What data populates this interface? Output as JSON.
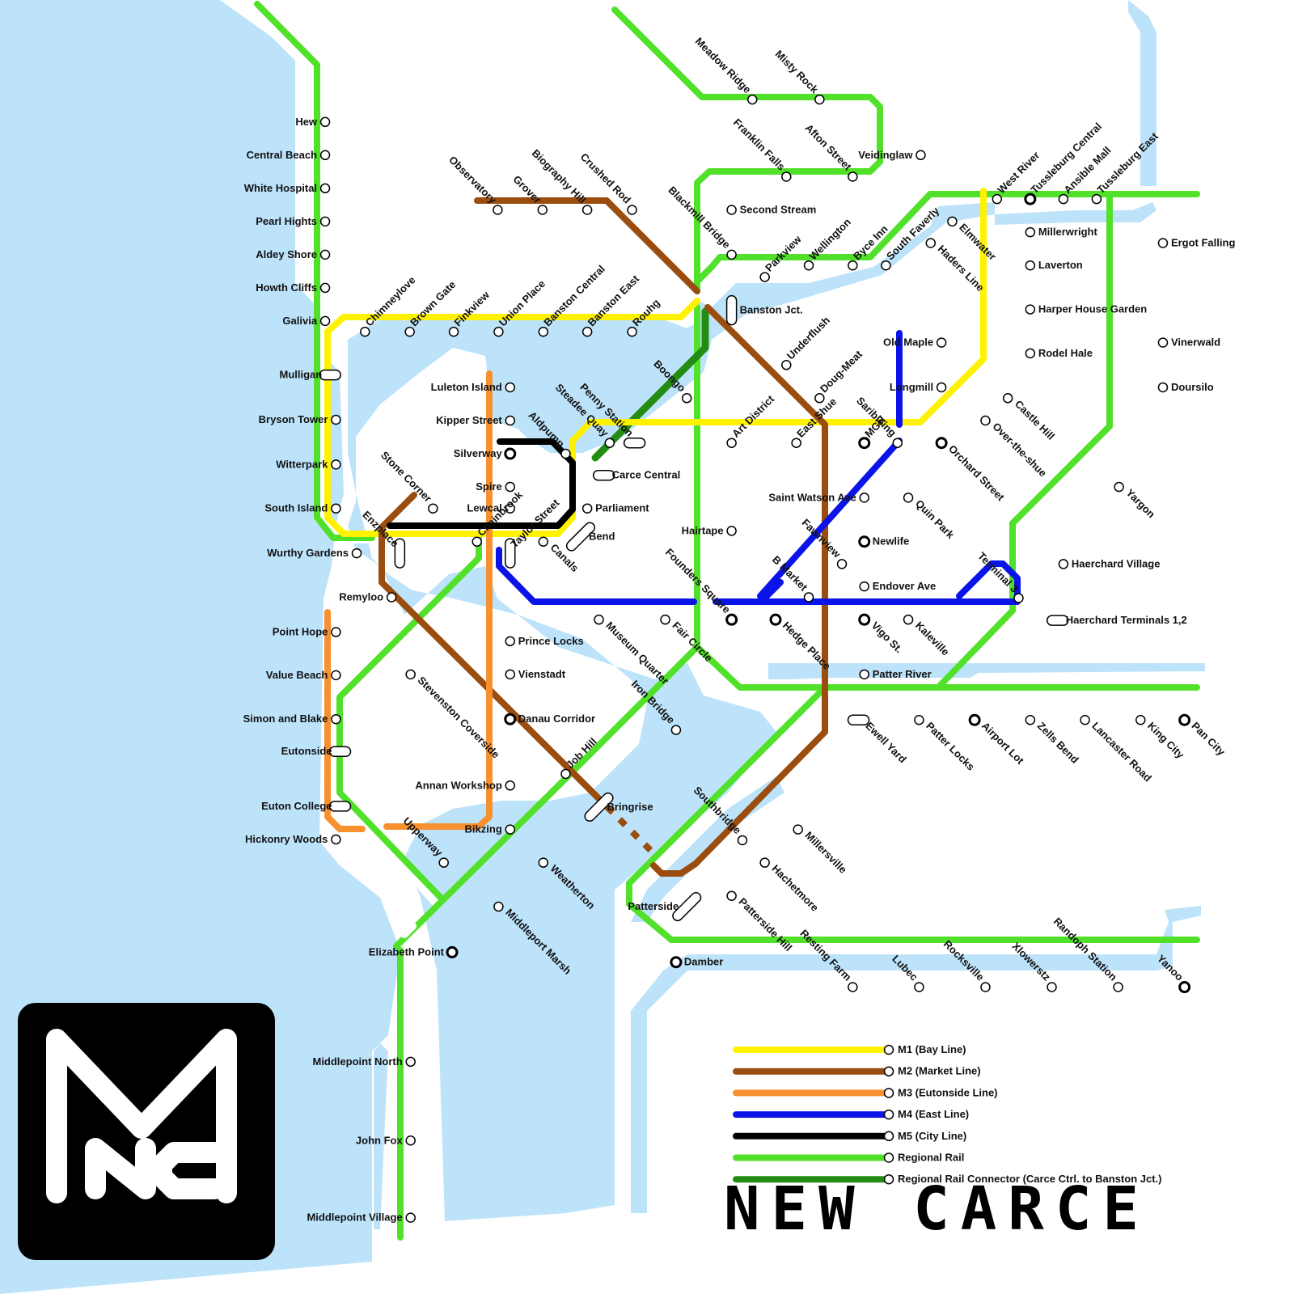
{
  "map": {
    "title": "NEW CARCE",
    "logo": {
      "letters": "M NC",
      "kind": "metro-logo"
    },
    "colors": {
      "water": "#bde3fb",
      "M1": "#fff200",
      "M2": "#9a4d0e",
      "M3": "#f7902e",
      "M4": "#0b14e8",
      "M5": "#000000",
      "regional": "#52e12a",
      "connector": "#238c12"
    },
    "legend": [
      {
        "label": "M1 (Bay Line)",
        "color": "#fff200"
      },
      {
        "label": "M2 (Market Line)",
        "color": "#9a4d0e"
      },
      {
        "label": "M3 (Eutonside Line)",
        "color": "#f7902e"
      },
      {
        "label": "M4 (East Line)",
        "color": "#0b14e8"
      },
      {
        "label": "M5 (City Line)",
        "color": "#000000"
      },
      {
        "label": "Regional Rail",
        "color": "#52e12a"
      },
      {
        "label": "Regional Rail Connector (Carce Ctrl. to Banston Jct.)",
        "color": "#238c12"
      }
    ],
    "stations": [
      "Hew",
      "Central Beach",
      "White Hospital",
      "Pearl Hights",
      "Aldey Shore",
      "Howth Cliffs",
      "Galivia",
      "Mulligan",
      "Bryson Tower",
      "Witterpark",
      "South Island",
      "Wurthy Gardens",
      "Remyloo",
      "Point Hope",
      "Value Beach",
      "Simon and Blake",
      "Eutonside",
      "Euton College",
      "Hickonry Woods",
      "Elizabeth Point",
      "Middlepoint North",
      "John Fox",
      "Middlepoint Village",
      "Chimneylove",
      "Brown Gate",
      "Finkview",
      "Union Place",
      "Banston Central",
      "Banston East",
      "Rouhg",
      "Observatory",
      "Grover",
      "Biography Hill",
      "Crushed Rod",
      "Blackmill Bridge",
      "Meadow Ridge",
      "Misty Rock",
      "Franklin Falls",
      "Afton Street",
      "Veidinglaw",
      "Second Stream",
      "Parkview",
      "Wellington",
      "Byce Inn",
      "South Faverly",
      "Elmwater",
      "Haders Line",
      "West River",
      "Tussleburg Central",
      "Ansible Mall",
      "Tussleburg East",
      "Millerwright",
      "Laverton",
      "Harper House Garden",
      "Rodel Hale",
      "Castle Hill",
      "Over-the-shue",
      "Ergot Falling",
      "Vinerwald",
      "Doursilo",
      "Yargon",
      "Haerchard Village",
      "Haerchard Terminals 1,2",
      "Terminal 3",
      "Banston Jct.",
      "Underflush",
      "Doug-Meat",
      "Boongo",
      "Penny Station",
      "Steadee Quay",
      "Art District",
      "East Shue",
      "Saribleing",
      "MGH",
      "Old Maple",
      "Longmill",
      "Orchard Street",
      "Quin Park",
      "Luleton Island",
      "Kipper Street",
      "Silverway",
      "Spire",
      "Lewcal",
      "Aldpump",
      "Carce Central",
      "Parliament",
      "Bend",
      "Stone Corner",
      "Enzplace",
      "Chainbrook",
      "Taylor Street",
      "Canals",
      "Saint Watson Ave",
      "Hairtape",
      "Fawnview",
      "Newlife",
      "B Market",
      "Endover Ave",
      "Founders Square",
      "Museum Quarter",
      "Fair Circle",
      "Hedge Place",
      "Vigo St.",
      "Kaleville",
      "Patter River",
      "Prince Locks",
      "Vienstadt",
      "Danau Corridor",
      "Stevenston Coverside",
      "Iron Bridge",
      "Job Hill",
      "Annan Workshop",
      "Bikzing",
      "Upperway",
      "Bringrise",
      "Weatherton",
      "Middleport Marsh",
      "Southbridge",
      "Millersville",
      "Hachetmore",
      "Patterside",
      "Patterside Hill",
      "Damber",
      "Ewell Yard",
      "Patter Locks",
      "Airport Lot",
      "Zells Bend",
      "Lancaster Road",
      "King City",
      "Pan City",
      "Resting Farm",
      "Lubec",
      "Rocksville",
      "Xlowerstz",
      "Randoph Station",
      "Yanoo"
    ]
  }
}
